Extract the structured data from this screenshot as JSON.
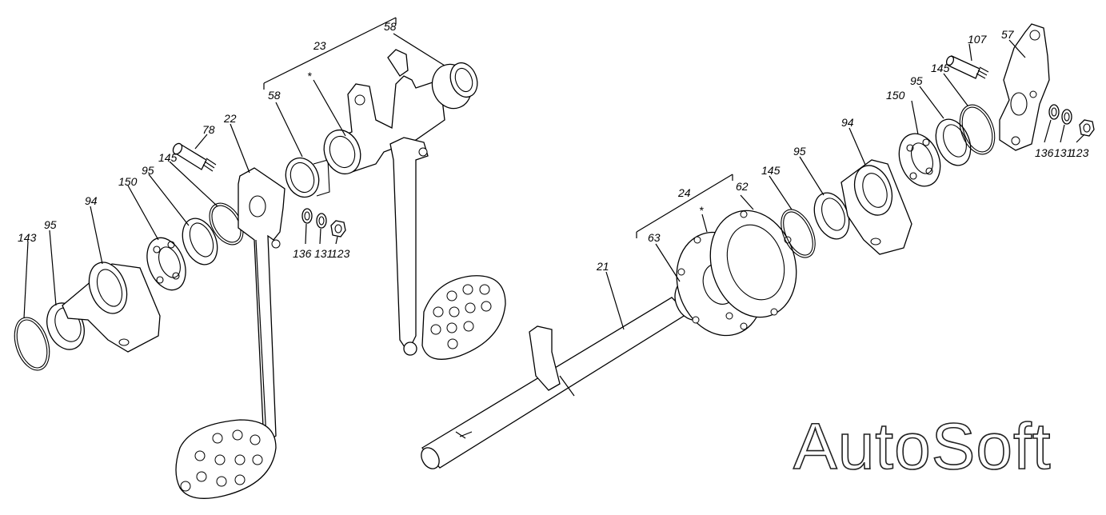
{
  "watermark": "AutoSoft",
  "callouts": {
    "c143a": "143",
    "c95a": "95",
    "c94a": "94",
    "c150a": "150",
    "c95b": "95",
    "c145a": "145",
    "c78": "78",
    "c22": "22",
    "c23": "23",
    "c58a": "58",
    "c58b": "58",
    "star1": "*",
    "c136a": "136",
    "c131a": "131",
    "c123a": "123",
    "c24": "24",
    "star2": "*",
    "c62": "62",
    "c63": "63",
    "c21": "21",
    "c145b": "145",
    "c95c": "95",
    "c94b": "94",
    "c150b": "150",
    "c95d": "95",
    "c145c": "145",
    "c107": "107",
    "c57": "57",
    "c136b": "136",
    "c131b": "131",
    "c123b": "123"
  }
}
